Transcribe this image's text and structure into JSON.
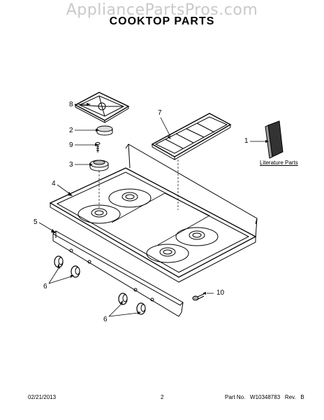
{
  "watermark": "AppliancePartsPros.com",
  "title": "COOKTOP PARTS",
  "callouts": {
    "c1": "1",
    "c2": "2",
    "c3": "3",
    "c4": "4",
    "c5": "5",
    "c6a": "6",
    "c6b": "6",
    "c7": "7",
    "c8": "8",
    "c9": "9",
    "c10": "10"
  },
  "literature_label": "Literature Parts",
  "footer": {
    "date": "02/21/2013",
    "page": "2",
    "part_no": "Part No.   W10348783   Rev.   B"
  }
}
